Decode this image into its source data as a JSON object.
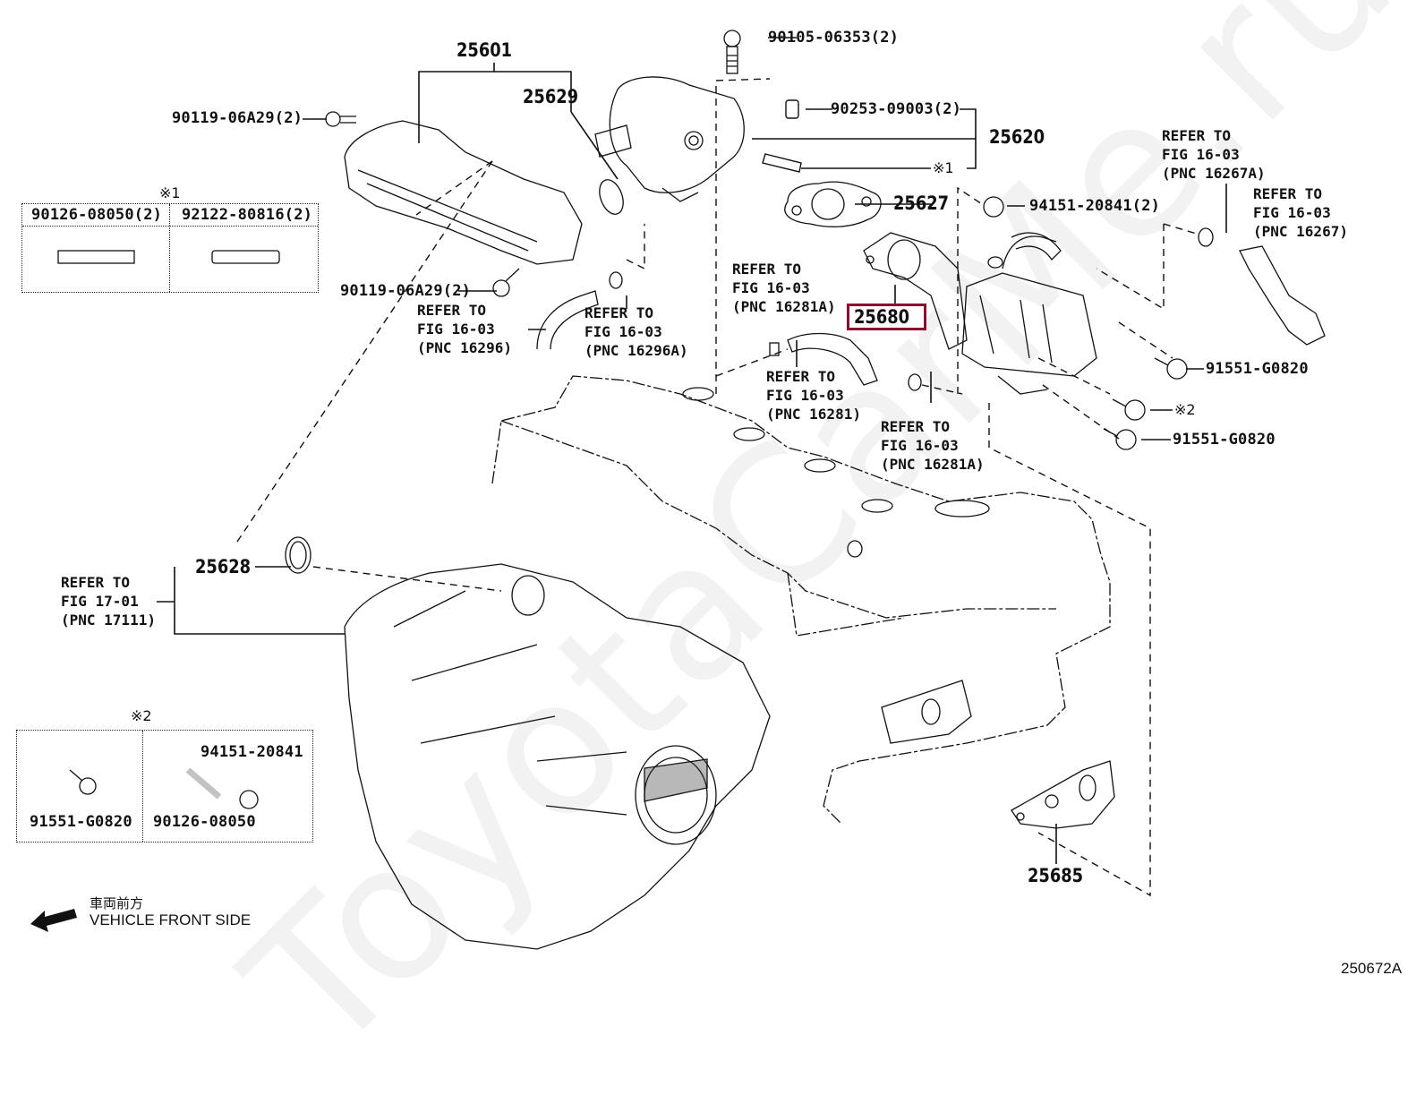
{
  "diagram": {
    "watermark": "ToyotaCarMe.ru",
    "figure_id": "250672A",
    "highlight_color": "#8b0a2e",
    "highlighted_part": "25680",
    "part_numbers": {
      "p25601": "25601",
      "p25629": "25629",
      "p25620": "25620",
      "p25627": "25627",
      "p25680": "25680",
      "p25628": "25628",
      "p25685": "25685"
    },
    "fasteners": {
      "f1": "90119-06A29(2)",
      "f2": "90119-06A29(2)",
      "f3": "90105-06353(2)",
      "f4": "90253-09003(2)",
      "f5": "94151-20841(2)",
      "f6": "91551-G0820",
      "f7": "91551-G0820",
      "mark1": "※1",
      "mark2": "※2"
    },
    "references": {
      "r16296": "REFER TO\nFIG 16-03\n(PNC 16296)",
      "r16296a": "REFER TO\nFIG 16-03\n(PNC 16296A)",
      "r16281a_left": "REFER TO\nFIG 16-03\n(PNC 16281A)",
      "r16281": "REFER TO\nFIG 16-03\n(PNC 16281)",
      "r16281a_bottom": "REFER TO\nFIG 16-03\n(PNC 16281A)",
      "r16267a": "REFER TO\nFIG 16-03\n(PNC 16267A)",
      "r16267": "REFER TO\nFIG 16-03\n(PNC 16267)",
      "r17111": "REFER TO\nFIG 17-01\n(PNC 17111)"
    },
    "legend1": {
      "mark": "※1",
      "cells": [
        "90126-08050(2)",
        "92122-80816(2)"
      ]
    },
    "legend2": {
      "mark": "※2",
      "cells": [
        "91551-G0820",
        "94151-20841",
        "90126-08050"
      ]
    },
    "front": {
      "jp": "車両前方",
      "en": "VEHICLE FRONT SIDE"
    }
  }
}
